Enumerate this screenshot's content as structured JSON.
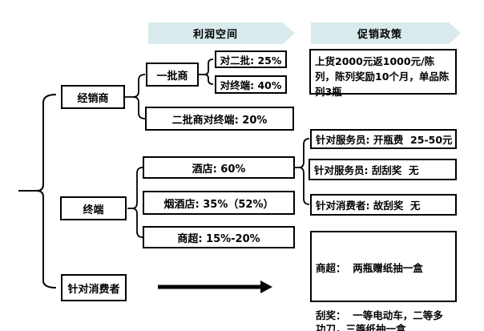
{
  "banners": {
    "profit": "利润空间",
    "promotion": "促销政策"
  },
  "categories": {
    "distributor": "经销商",
    "terminal": "终端",
    "consumer": "针对消费者"
  },
  "profit": {
    "first_wholesaler": "一批商",
    "to_second_batch": "对二批: 25%",
    "to_terminal": "对终端: 40%",
    "second_batch_to_terminal": "二批商对终端: 20%",
    "hotel": "酒店: 60%",
    "tobacco_liquor_shop": "烟酒店: 35%（52%）",
    "supermarket": "商超: 15%-20%"
  },
  "promotion": {
    "stocking_rebate": "上货2000元返1000元/陈列，陈列奖励10个月，单品陈列3瓶",
    "waiter_bottle_fee": "针对服务员: 开瓶费  25-50元",
    "waiter_scratch": "针对服务员: 刮刮奖  无",
    "consumer_scratch": "针对消费者: 故刮奖  无",
    "supermarket_gift": "商超：  两瓶赠纸抽一盒",
    "scratch_prizes": "刮奖：  一等电动车，二等多功刀，三等纸抽一盒"
  },
  "colors": {
    "banner_fill": "#d8eaec",
    "line": "#000000"
  }
}
